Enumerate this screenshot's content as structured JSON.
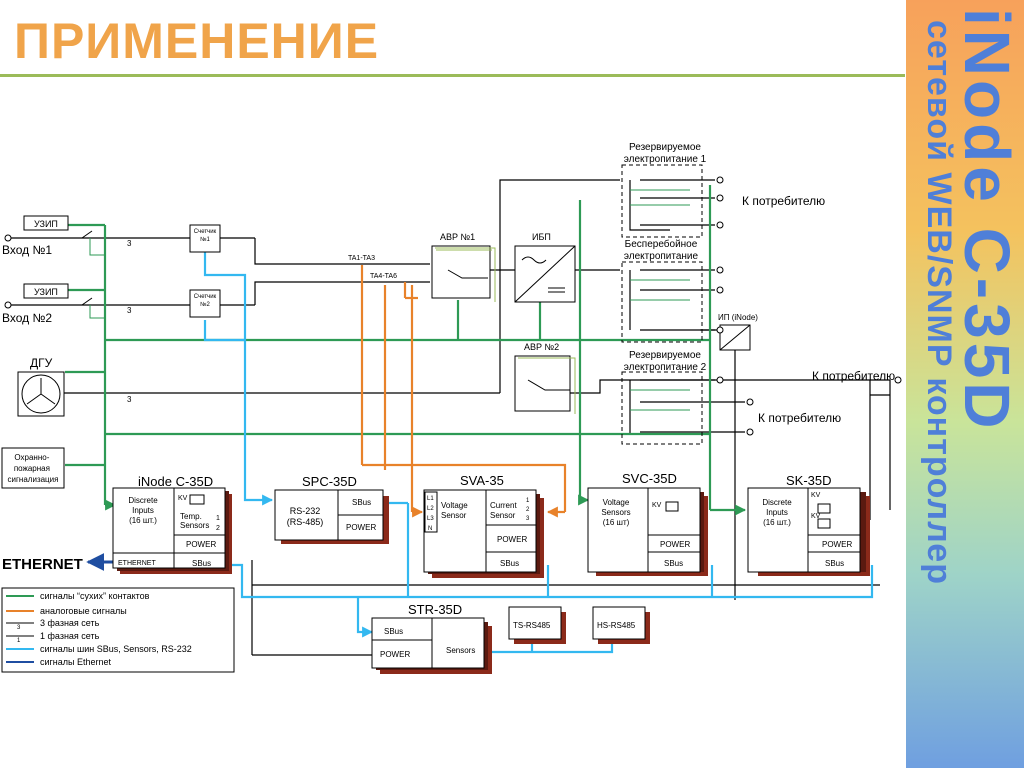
{
  "header": {
    "title": "ПРИМЕНЕНИЕ"
  },
  "sidebar": {
    "product": "iNode C-35D",
    "subtitle": "сетевой WEB/SNMP контроллер"
  },
  "colors": {
    "dry_contacts": "#2e9a55",
    "analog": "#e8822a",
    "power": "#000000",
    "sbus": "#33b8f0",
    "ethernet": "#1f4ea1",
    "accent": "#f0a44a"
  },
  "diagram": {
    "inputs": {
      "uzip1": "УЗИП",
      "uzip2": "УЗИП",
      "vhod1": "Вход №1",
      "vhod2": "Вход №2",
      "dgu": "ДГУ",
      "alarm": "Охранно-\nпожарная\nсигнализация"
    },
    "meters": {
      "m1": "Счетчик\n№1",
      "m2": "Счетчик\n№2"
    },
    "ct": {
      "ta13": "TA1-TA3",
      "ta46": "TA4-TA6"
    },
    "phase_labels": {
      "three": "3",
      "one": "1"
    },
    "equipment": {
      "avr1": "АВР №1",
      "avr2": "АВР №2",
      "ups": "ИБП",
      "psu": "ИП (iNode)"
    },
    "zones": {
      "reserved1": "Резервируемое\nэлектропитание 1",
      "uninterruptible": "Бесперебойное\nэлектропитание",
      "reserved2": "Резервируемое\nэлектропитание 2"
    },
    "consumers": {
      "c1": "К потребителю",
      "c2": "К потребителю",
      "c3": "К потребителю"
    },
    "modules": {
      "inode": {
        "title": "iNode C-35D",
        "discrete": "Discrete\nInputs\n(16 шт.)",
        "kv": "KV",
        "temp": "Temp.\nSensors",
        "t1": "1",
        "t2": "2",
        "ethernet": "ETHERNET",
        "power": "POWER",
        "sbus": "SBus"
      },
      "spc": {
        "title": "SPC-35D",
        "rs": "RS-232\n(RS-485)",
        "sbus": "SBus",
        "power": "POWER"
      },
      "sva": {
        "title": "SVA-35",
        "l1": "L1",
        "l2": "L2",
        "l3": "L3",
        "n": "N",
        "voltage": "Voltage\nSensor",
        "current": "Current\nSensor",
        "c1": "1",
        "c2": "2",
        "c3": "3",
        "power": "POWER",
        "sbus": "SBus"
      },
      "svc": {
        "title": "SVC-35D",
        "voltage": "Voltage\nSensors\n(16 шт)",
        "kv": "KV",
        "power": "POWER",
        "sbus": "SBus"
      },
      "sk": {
        "title": "SK-35D",
        "discrete": "Discrete\nInputs\n(16 шт.)",
        "kv1": "KV",
        "kv2": "KV",
        "power": "POWER",
        "sbus": "SBus"
      },
      "str": {
        "title": "STR-35D",
        "sbus": "SBus",
        "power": "POWER",
        "sensors": "Sensors"
      },
      "ts": "TS-RS485",
      "hs": "HS-RS485"
    },
    "ethernet_label": "ETHERNET"
  },
  "legend": {
    "items": [
      {
        "label": "сигналы “сухих” контактов",
        "color": "#2e9a55",
        "mark": ""
      },
      {
        "label": "аналоговые сигналы",
        "color": "#e8822a",
        "mark": ""
      },
      {
        "label": "3 фазная сеть",
        "color": "#000000",
        "mark": "3"
      },
      {
        "label": "1 фазная сеть",
        "color": "#000000",
        "mark": "1"
      },
      {
        "label": "сигналы шин SBus, Sensors, RS-232",
        "color": "#33b8f0",
        "mark": ""
      },
      {
        "label": "сигналы Ethernet",
        "color": "#1f4ea1",
        "mark": ""
      }
    ]
  }
}
